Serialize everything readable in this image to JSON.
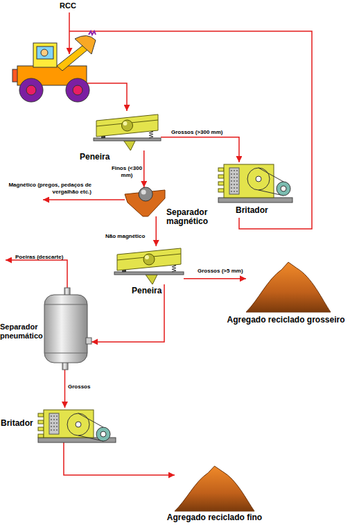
{
  "diagram": {
    "nodes": [
      {
        "text": [
          "Peneira"
        ]
      },
      {
        "text": [
          "Britador"
        ]
      },
      {
        "text": [
          "Separador magnético"
        ]
      },
      {
        "text": [
          "Peneira"
        ]
      },
      {
        "text": [
          "Agregado reciclado grosseiro"
        ]
      },
      {
        "text": [
          "Separador pneumático"
        ]
      },
      {
        "text": [
          "Britador"
        ]
      },
      {
        "text": [
          "Agregado reciclado fino"
        ]
      }
    ],
    "edges": [
      {
        "from": 0,
        "to": 1,
        "label": "Grossos (>300 mm)",
        "arrow": "to"
      },
      {
        "from": 0,
        "to": 2,
        "label": "Finos (<300 mm)",
        "arrow": "to"
      },
      {
        "from": 2,
        "to": 3,
        "label": "Não magnético",
        "arrow": "to"
      },
      {
        "from": 3,
        "to": 4,
        "label": "Grossos (>5 mm)",
        "arrow": "to"
      },
      {
        "from": 3,
        "to": 5,
        "arrow": "to"
      },
      {
        "from": 5,
        "to": 6,
        "label": "Grossos",
        "arrow": "to"
      },
      {
        "from": 6,
        "to": 7,
        "arrow": "to"
      }
    ],
    "labels": [
      "RCC",
      "Magnético (pregos, pedaços de vergalhão etc.)",
      "Poeiras (descarte)"
    ]
  }
}
